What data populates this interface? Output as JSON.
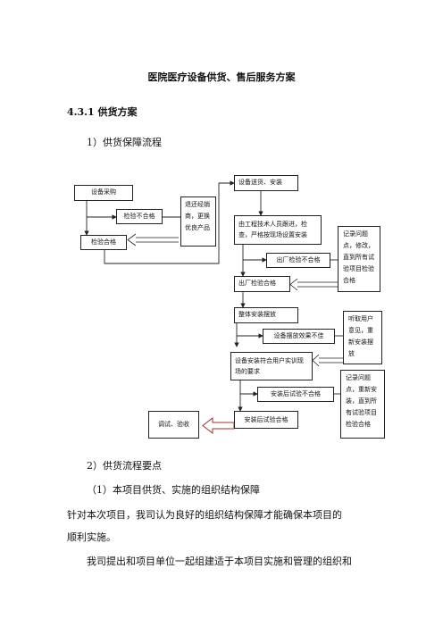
{
  "doc": {
    "title": "医院医疗设备供货、售后服务方案",
    "section": "4.3.1 供货方案",
    "p1": "1）供货保障流程",
    "p2": "2）供货流程要点",
    "p3": "（1）本项目供货、实施的组织结构保障",
    "p4a": "针对本次项目，我司认为良好的组织结构保障才能确保本项目的",
    "p4b": "顺利实施。",
    "p5": "我司提出和项目单位一起组建适于本项目实施和管理的组织和"
  },
  "flow": {
    "procure": "设备采购",
    "inspect_fail": "检验不合格",
    "inspect_pass": "检验合格",
    "return_note": "退还经销商，更换优良产品",
    "delivery": "设备送货、安装",
    "engineer": "由工程技术人员跟进，检查，严格按现场设置安装",
    "factory_fail": "出厂检验不合格",
    "factory_pass": "出厂检验合格",
    "record_note1": "记录问题点，修改，直到所有试验项目检验合格",
    "overall": "整体安装摆放",
    "placement_bad": "设备摆放效果不佳",
    "user_note": "听取用户意见，重新安装摆放",
    "meets": "设备安装符合用户实训现场的要求",
    "post_fail": "安装后试验不合格",
    "record_note2": "记录问题点，重新安装，直到所有试验项目检验合格",
    "post_pass": "安装后试验合格",
    "debug": "调试、验收"
  },
  "colors": {
    "accent_arrow": "#a0332b",
    "line": "#222222"
  }
}
